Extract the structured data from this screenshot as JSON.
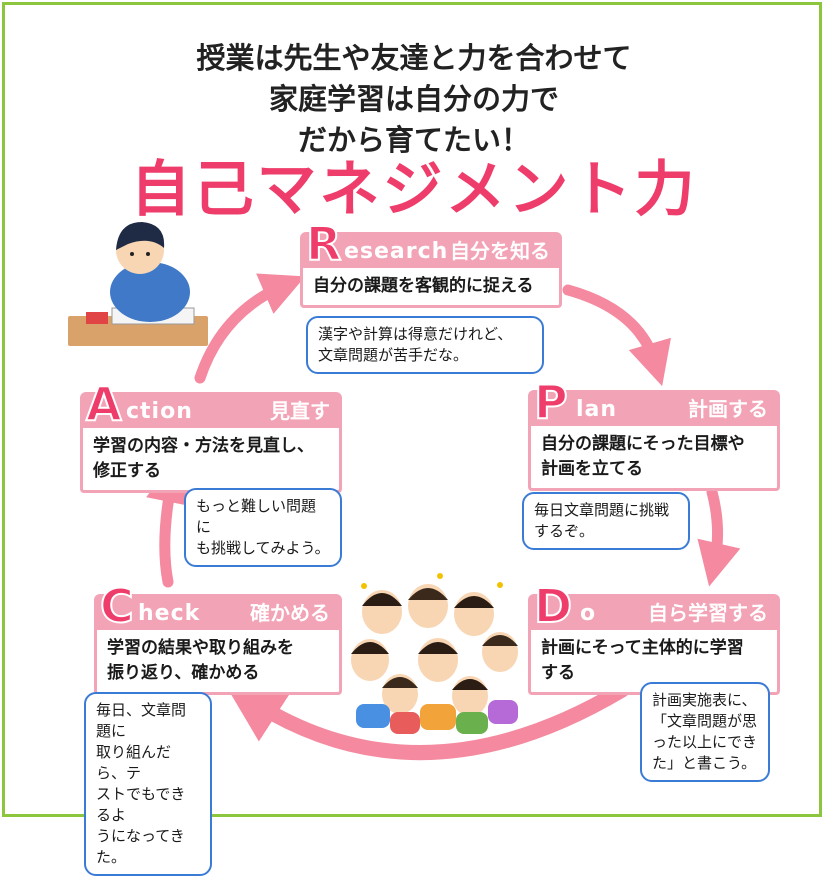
{
  "header": {
    "line1": "授業は先生や友達と力を合わせて",
    "line2": "家庭学習は自分の力で",
    "line3": "だから育てたい！"
  },
  "title": "自己マネジメント力",
  "colors": {
    "border": "#8cc63f",
    "accent": "#ee3d6b",
    "card_header": "#f3a3b6",
    "bubble_border": "#3a7bd5",
    "arrow": "#f4899f"
  },
  "cycle": {
    "research": {
      "letter": "R",
      "word": "esearch",
      "jp": "自分を知る",
      "body": "自分の課題を客観的に捉える",
      "bubble": [
        "漢字や計算は得意だけれど、",
        "文章問題が苦手だな。"
      ]
    },
    "plan": {
      "letter": "P",
      "word": "lan",
      "jp": "計画する",
      "body": [
        "自分の課題にそった目標や",
        "計画を立てる"
      ],
      "bubble": [
        "毎日文章問題に挑戦",
        "するぞ。"
      ]
    },
    "do": {
      "letter": "D",
      "word": "o",
      "jp": "自ら学習する",
      "body": [
        "計画にそって主体的に学習",
        "する"
      ],
      "bubble": [
        "計画実施表に、",
        "「文章問題が思",
        "った以上にでき",
        "た」と書こう。"
      ]
    },
    "check": {
      "letter": "C",
      "word": "heck",
      "jp": "確かめる",
      "body": [
        "学習の結果や取り組みを",
        "振り返り、確かめる"
      ],
      "bubble": [
        "毎日、文章問題に",
        "取り組んだら、テ",
        "ストでもできるよ",
        "うになってきた。"
      ]
    },
    "action": {
      "letter": "A",
      "word": "ction",
      "jp": "見直す",
      "body": [
        "学習の内容・方法を見直し、",
        "修正する"
      ],
      "bubble": [
        "もっと難しい問題に",
        "も挑戦してみよう。"
      ]
    }
  }
}
